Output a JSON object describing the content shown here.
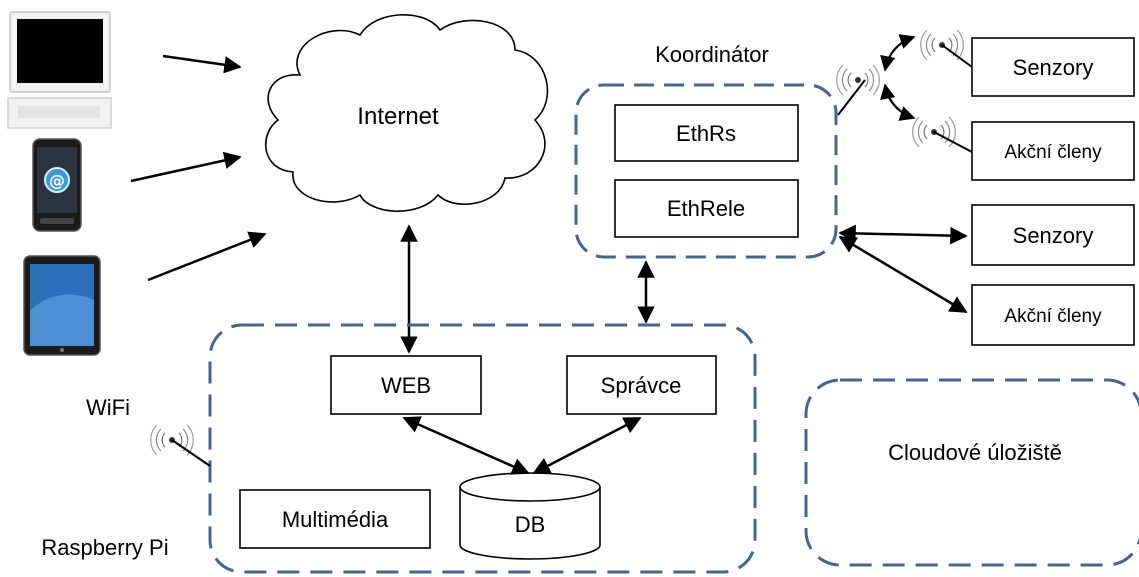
{
  "colors": {
    "dashed_border": "#44658f",
    "box_border": "#000000",
    "arrow": "#000000",
    "device_screen": "#000000",
    "tablet_screen": "#2a6fb8"
  },
  "labels": {
    "internet": "Internet",
    "coordinator": "Koordinátor",
    "ethrs": "EthRs",
    "ethrele": "EthRele",
    "sensors_wireless": "Senzory",
    "actuators_wireless": "Akční členy",
    "sensors_wired": "Senzory",
    "actuators_wired": "Akční členy",
    "web": "WEB",
    "spravce": "Správce",
    "multimedia": "Multimédia",
    "db": "DB",
    "wifi": "WiFi",
    "raspberry": "Raspberry Pi",
    "cloud_storage": "Cloudové úložiště"
  },
  "icons": {
    "computer": "monitor-icon",
    "phone": "smartphone-icon",
    "tablet": "tablet-icon",
    "wireless": "wireless-signal-icon"
  }
}
